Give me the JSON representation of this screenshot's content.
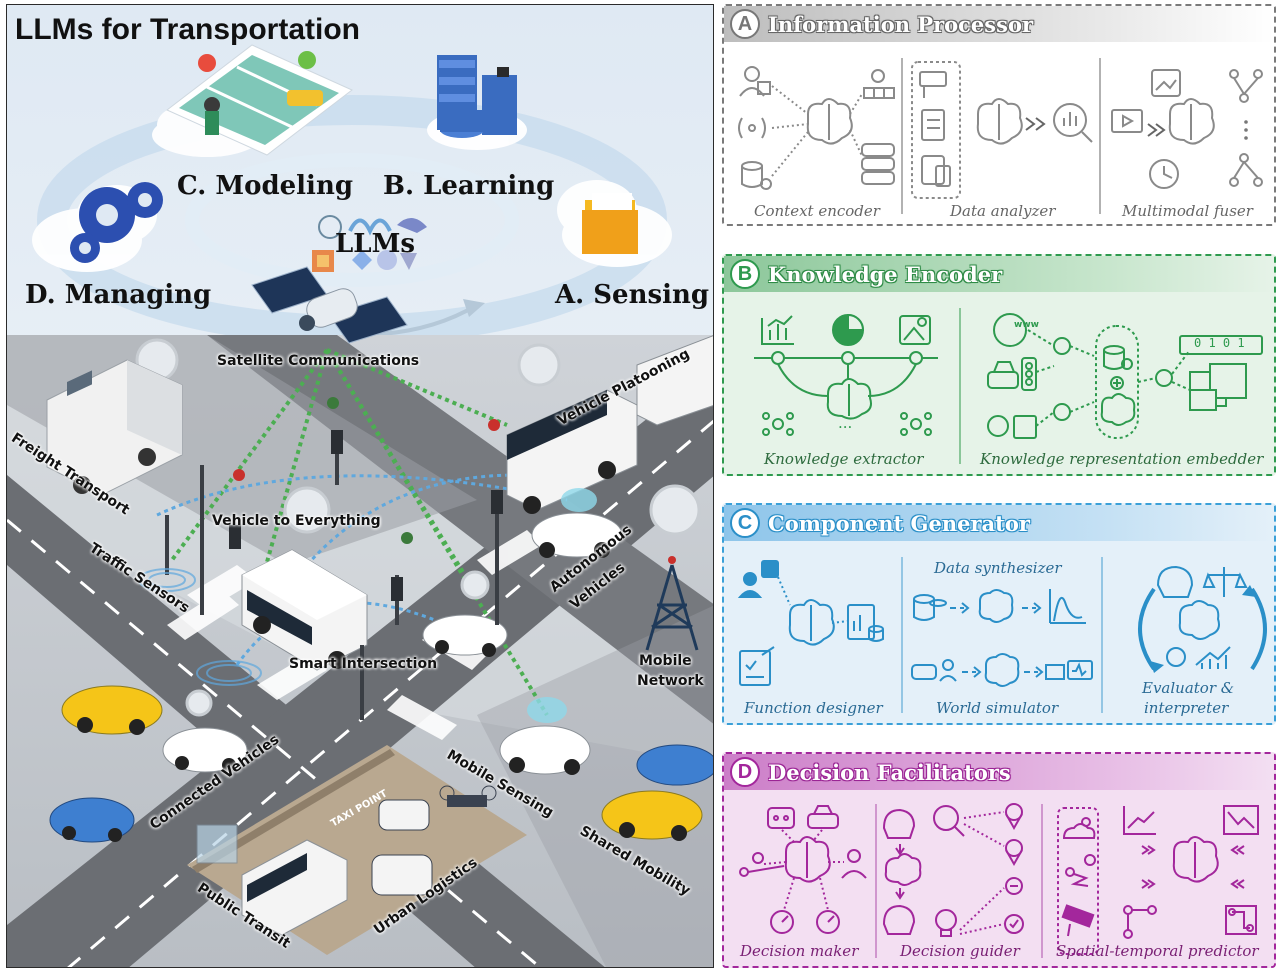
{
  "illustration": {
    "title": "LLMs for Transportation",
    "center_label": "LLMs",
    "stages": {
      "modeling": "C. Modeling",
      "learning": "B. Learning",
      "managing": "D. Managing",
      "sensing": "A. Sensing"
    },
    "scene_labels": {
      "satellite": "Satellite Communications",
      "platooning": "Vehicle Platooning",
      "freight": "Freight Transport",
      "v2x": "Vehicle to Everything",
      "sensors": "Traffic Sensors",
      "autonomous_1": "Autonomous",
      "autonomous_2": "Vehicles",
      "intersection": "Smart Intersection",
      "mobile_network_1": "Mobile",
      "mobile_network_2": "Network",
      "connected": "Connected Vehicles",
      "mobile_sensing": "Mobile Sensing",
      "shared": "Shared Mobility",
      "public_transit": "Public Transit",
      "urban_logistics": "Urban Logistics",
      "taxi_point": "TAXI POINT"
    }
  },
  "panels": [
    {
      "letter": "A",
      "title": "Information Processor",
      "color": "#7a7a7a",
      "captions": [
        "Context encoder",
        "Data analyzer",
        "Multimodal fuser"
      ]
    },
    {
      "letter": "B",
      "title": "Knowledge Encoder",
      "color": "#2e9a4e",
      "captions": [
        "Knowledge extractor",
        "Knowledge representation embedder"
      ],
      "binary": "0 1 0 1",
      "www": "www",
      "dots": "..."
    },
    {
      "letter": "C",
      "title": "Component Generator",
      "color": "#2a8fc8",
      "captions": [
        "Data synthesizer",
        "Function designer",
        "World simulator",
        "Evaluator &",
        "interpreter"
      ]
    },
    {
      "letter": "D",
      "title": "Decision Facilitators",
      "color": "#a3279c",
      "captions": [
        "Decision maker",
        "Decision guider",
        "Spatial-temporal predictor"
      ]
    }
  ]
}
